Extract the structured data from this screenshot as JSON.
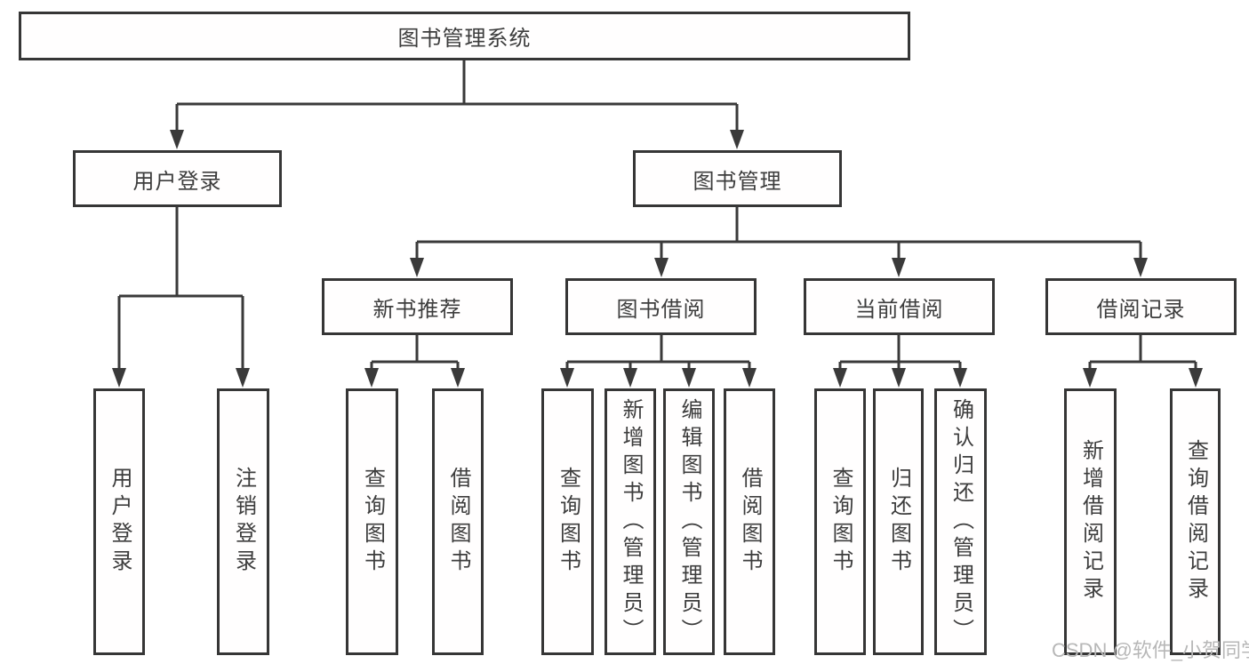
{
  "tree": {
    "label": "图书管理系统",
    "children": [
      {
        "label": "用户登录",
        "children": [
          {
            "label": "用户登录"
          },
          {
            "label": "注销登录"
          }
        ]
      },
      {
        "label": "图书管理",
        "children": [
          {
            "label": "新书推荐",
            "children": [
              {
                "label": "查询图书"
              },
              {
                "label": "借阅图书"
              }
            ]
          },
          {
            "label": "图书借阅",
            "children": [
              {
                "label": "查询图书"
              },
              {
                "label": "新增图书（管理员）"
              },
              {
                "label": "编辑图书（管理员）"
              },
              {
                "label": "借阅图书"
              }
            ]
          },
          {
            "label": "当前借阅",
            "children": [
              {
                "label": "查询图书"
              },
              {
                "label": "归还图书"
              },
              {
                "label": "确认归还（管理员）"
              }
            ]
          },
          {
            "label": "借阅记录",
            "children": [
              {
                "label": "新增借阅记录"
              },
              {
                "label": "查询借阅记录"
              }
            ]
          }
        ]
      }
    ]
  },
  "watermark": "CSDN @软件_小贺同学",
  "colors": {
    "line": "#3a3a3a",
    "box_border": "#363636",
    "box_bg": "#ffffff",
    "text": "#3d3d3d",
    "watermark": "#b7b7b7",
    "background": "#ffffff"
  }
}
